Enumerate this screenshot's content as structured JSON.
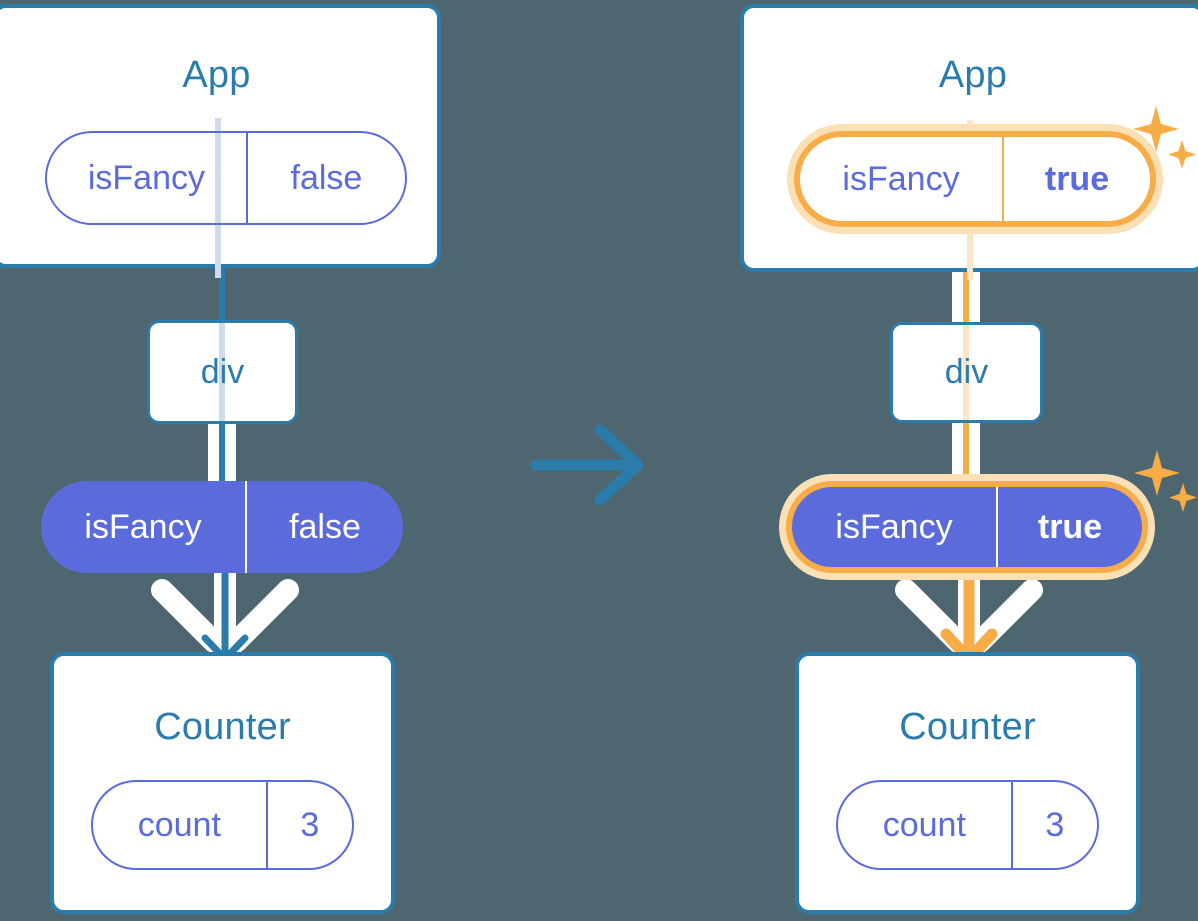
{
  "diagram": {
    "title": "React state flow: isFancy false to true",
    "background_color": "#4d6670",
    "colors": {
      "panel_border": "#2b7cab",
      "panel_title": "#2b7cab",
      "pill_purple": "#5b6bdc",
      "highlight_orange": "#f6ad48",
      "highlight_halo": "#fbe0b5",
      "white": "#ffffff"
    }
  },
  "before": {
    "app_panel": {
      "title": "App",
      "state_pill": {
        "key": "isFancy",
        "value": "false",
        "style": "outline"
      }
    },
    "div_node": {
      "label": "div"
    },
    "prop_pill": {
      "key": "isFancy",
      "value": "false",
      "style": "filled"
    },
    "counter_panel": {
      "title": "Counter",
      "state_pill": {
        "key": "count",
        "value": "3",
        "style": "outline"
      }
    }
  },
  "transition": {
    "icon": "arrow-right-icon"
  },
  "after": {
    "app_panel": {
      "title": "App",
      "state_pill": {
        "key": "isFancy",
        "value": "true",
        "style": "highlighted-outline"
      }
    },
    "div_node": {
      "label": "div"
    },
    "prop_pill": {
      "key": "isFancy",
      "value": "true",
      "style": "highlighted-filled"
    },
    "counter_panel": {
      "title": "Counter",
      "state_pill": {
        "key": "count",
        "value": "3",
        "style": "outline"
      }
    },
    "sparkles": {
      "top": "sparkle-icon",
      "middle": "sparkle-icon"
    }
  }
}
